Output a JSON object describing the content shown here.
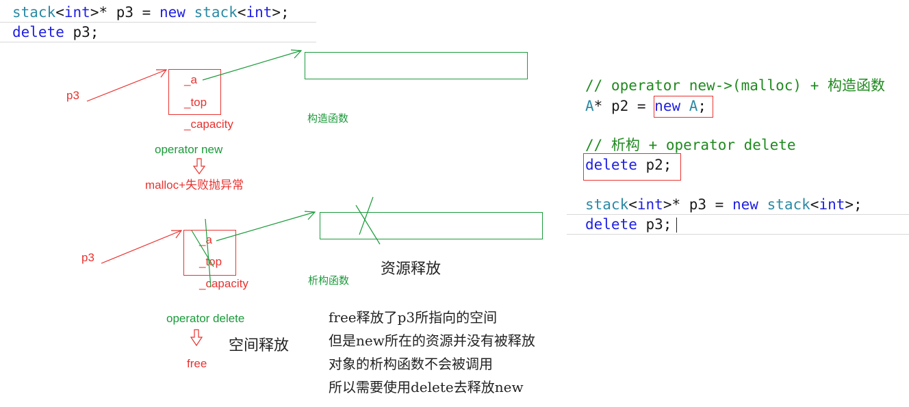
{
  "left_code": {
    "line1": {
      "t1": "stack",
      "t2": "<",
      "t3": "int",
      "t4": ">* p3 = ",
      "t5": "new",
      "t6": " ",
      "t7": "stack",
      "t8": "<",
      "t9": "int",
      "t10": ">;"
    },
    "line2": {
      "t1": "delete",
      "t2": " p3;"
    }
  },
  "diagram_top": {
    "pointer_label": "p3",
    "member_a": "_a",
    "member_top": "_top",
    "member_capacity": "_capacity",
    "ctor_label": "构造函数",
    "op_new_label": "operator new",
    "malloc_label": "malloc+失败抛异常"
  },
  "diagram_bottom": {
    "pointer_label": "p3",
    "member_a": "_a",
    "member_top": "_top",
    "member_capacity": "_capacity",
    "dtor_label": "析构函数",
    "resource_free_label": "资源释放",
    "op_delete_label": "operator delete",
    "space_free_label": "空间释放",
    "free_label": "free"
  },
  "notes": [
    "free释放了p3所指向的空间",
    "但是new所在的资源并没有被释放",
    "对象的析构函数不会被调用",
    "所以需要使用delete去释放new"
  ],
  "right_code": {
    "comment1": "// operator new->(malloc) + 构造函数",
    "line_new": {
      "t1": "A",
      "t2": "* p2 = ",
      "t3": "new",
      "t4": " ",
      "t5": "A",
      "t6": ";"
    },
    "comment2": "// 析构 + operator delete",
    "line_del": {
      "t1": "delete",
      "t2": " p2;"
    },
    "line3": {
      "t1": "stack",
      "t2": "<",
      "t3": "int",
      "t4": ">* p3 = ",
      "t5": "new",
      "t6": " ",
      "t7": "stack",
      "t8": "<",
      "t9": "int",
      "t10": ">;"
    },
    "line4": {
      "t1": "delete",
      "t2": " p3;"
    }
  },
  "colors": {
    "red": "#e8322f",
    "green": "#1a9a3a",
    "keyword": "#1f1fe0",
    "type": "#2b8aa5",
    "comment": "#1f8a1f"
  }
}
